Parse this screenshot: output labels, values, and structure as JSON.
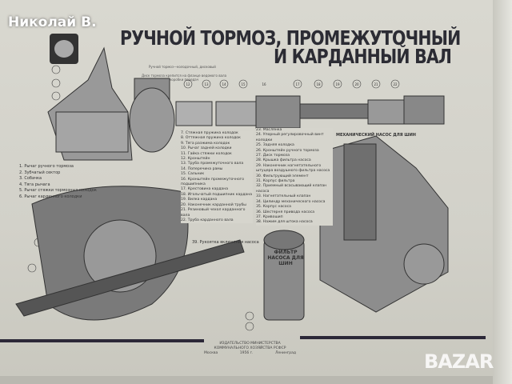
{
  "watermark_user": "Николай В.",
  "watermark_site": "BAZAR",
  "poster": {
    "title_line1": "РУЧНОЙ ТОРМОЗ, ПРОМЕЖУТОЧНЫЙ",
    "title_line2": "И КАРДАННЫЙ ВАЛ",
    "subtitle_1": "Ручной тормоз—колодочный, дисковый",
    "subtitle_2": "Диск тормоза крепится на фланце ведомого вала коробки передач",
    "section_pump": "МЕХАНИЧЕСКИЙ НАСОС ДЛЯ ШИН",
    "section_filter": "ФИЛЬТР НАСОСА ДЛЯ ШИН",
    "legend_left": [
      "1. Рычаг ручного тормоза",
      "2. Зубчатый сектор",
      "3. Собачка",
      "4. Тяга рычага",
      "5. Рычаг стяжки тормозных колодок",
      "6. Рычаг кардинного колодки"
    ],
    "legend_mid": [
      "7. Стяжная пружина колодок",
      "8. Оттяжная пружина колодок",
      "9. Тяга разжима колодок",
      "10. Рычаг задней колодки",
      "11. Гайка стяжки колодок",
      "12. Кронштейн",
      "13. Труба промежуточного вала",
      "14. Поперечина рамы",
      "15. Сальник",
      "16. Кронштейн промежуточного подшипника",
      "17. Крестовина кардана",
      "18. Игольчатый подшипник кардана",
      "19. Вилка кардана",
      "20. Наконечник карданной трубы",
      "21. Резиновый чехол карданного вала",
      "22. Труба карданного вала"
    ],
    "legend_right": [
      "23. Маслянка",
      "24. Упорный регулировочный винт колодки",
      "25. Задняя колодка",
      "26. Кронштейн ручного тормоза",
      "27. Диск тормоза",
      "28. Крышка фильтра насоса",
      "29. Наконечник нагнетательного штуцера воздушного фильтра насоса",
      "30. Фильтрующий элемент",
      "31. Корпус фильтра",
      "32. Приемный всасывающий клапан насоса",
      "33. Нагнетательный клапан",
      "34. Цилиндр механического насоса",
      "35. Корпус насоса",
      "36. Шестерня привода насоса",
      "37. Кривошип",
      "38. Нажим для штока насоса"
    ],
    "legend_footer": "39. Рукоятка включения насоса",
    "publisher": [
      "ИЗДАТЕЛЬСТВО МИНИСТЕРСТВА",
      "КОММУНАЛЬНОГО ХОЗЯЙСТВА РСФСР"
    ],
    "city_left": "Москва",
    "year": "1956 г.",
    "city_right": "Ленинград",
    "callouts_top": [
      "12",
      "13",
      "14",
      "15",
      "16",
      "17",
      "18",
      "19",
      "20",
      "21",
      "22"
    ]
  }
}
